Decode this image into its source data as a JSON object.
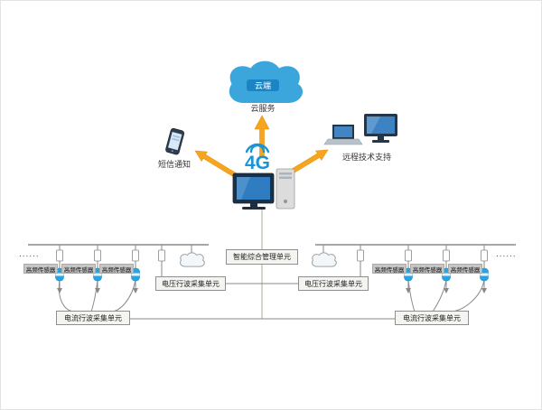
{
  "colors": {
    "cloud_blue": "#3aa6db",
    "badge_blue": "#1b85c4",
    "arrow_orange": "#f7a41f",
    "network_blue": "#1a94d4",
    "sensor_blue": "#2ba3e0"
  },
  "cloud": {
    "badge": "云端",
    "caption": "云服务"
  },
  "sms": {
    "caption": "短信通知"
  },
  "remote": {
    "caption": "远程技术支持"
  },
  "network": {
    "label": "4G"
  },
  "management": {
    "label": "智能综合管理单元"
  },
  "left": {
    "dots": "......",
    "sensor_labels": [
      "高频传感器",
      "高频传感器",
      "高频传感器"
    ],
    "voltage_unit": "电压行波采集单元",
    "current_unit": "电流行波采集单元"
  },
  "right": {
    "dots": "......",
    "sensor_labels": [
      "高频传感器",
      "高频传感器",
      "高频传感器"
    ],
    "voltage_unit": "电压行波采集单元",
    "current_unit": "电流行波采集单元"
  }
}
